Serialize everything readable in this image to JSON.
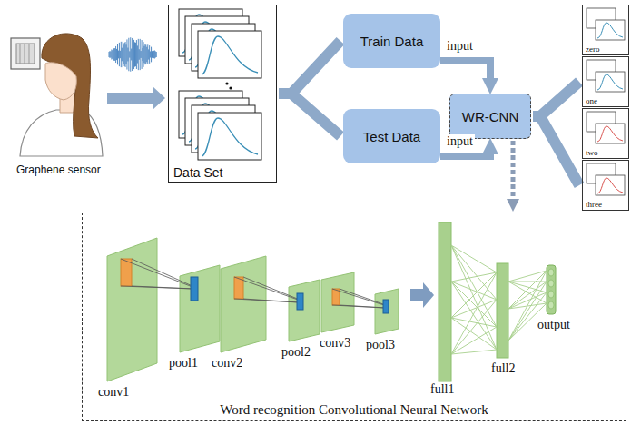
{
  "diagram": {
    "nodes": [
      {
        "text": [
          "Data Set"
        ]
      },
      {
        "text": [
          "Train Data"
        ]
      },
      {
        "text": [
          "Test Data"
        ]
      },
      {
        "text": [
          "WR-CNN"
        ]
      },
      {
        "text": [
          "zero"
        ]
      },
      {
        "text": [
          "one"
        ]
      },
      {
        "text": [
          "two"
        ]
      },
      {
        "text": [
          "three"
        ]
      },
      {
        "text": [
          "Word recognition Convolutional Neural Network"
        ]
      }
    ],
    "edges": [
      {
        "from": 0,
        "to": 1,
        "arrow": "none"
      },
      {
        "from": 0,
        "to": 2,
        "arrow": "none"
      },
      {
        "from": 1,
        "to": 3,
        "label": "input",
        "arrow": "to"
      },
      {
        "from": 2,
        "to": 3,
        "label": "input",
        "arrow": "to"
      },
      {
        "from": 3,
        "to": 5,
        "arrow": "none"
      },
      {
        "from": 3,
        "to": 7,
        "arrow": "none"
      },
      {
        "from": 3,
        "to": 8,
        "arrow": "to"
      }
    ],
    "labels": [
      "Graphene sensor",
      "conv1",
      "pool1",
      "conv2",
      "pool2",
      "conv3",
      "pool3",
      "full1",
      "full2",
      "output"
    ]
  }
}
